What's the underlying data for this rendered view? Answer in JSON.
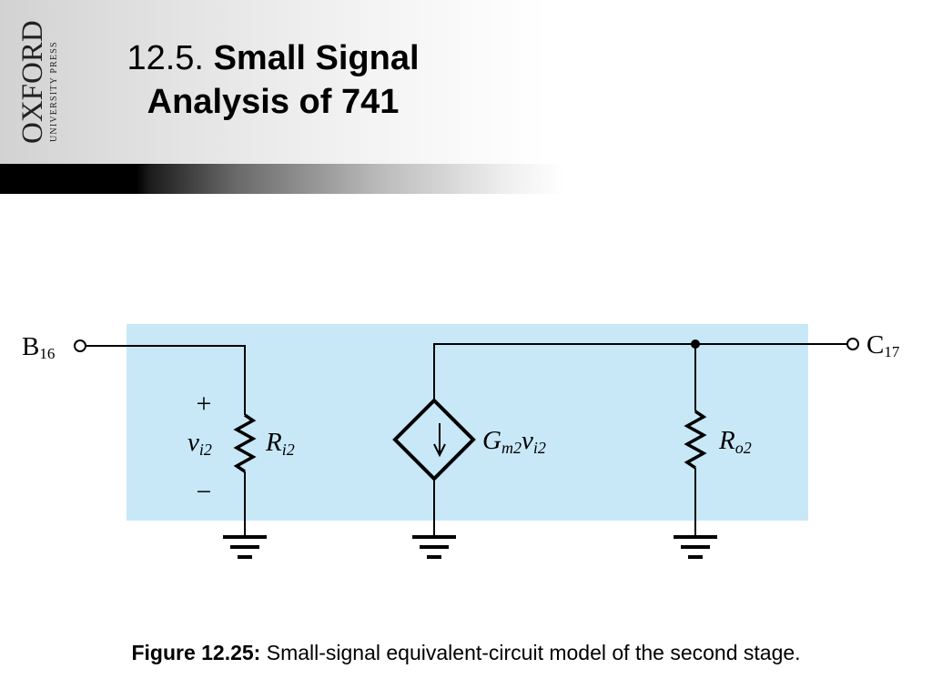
{
  "slide": {
    "logo": {
      "word": "OXFORD",
      "subword": "UNIVERSITY PRESS"
    },
    "title": {
      "number": "12.5.",
      "line1": "Small Signal",
      "line2": "Analysis of 741"
    },
    "caption": {
      "lead": "Figure 12.25:",
      "text": " Small-signal equivalent-circuit model of the second stage."
    }
  },
  "circuit": {
    "input_terminal": {
      "main": "B",
      "sub": "16"
    },
    "output_terminal": {
      "main": "C",
      "sub": "17"
    },
    "input_plus": "+",
    "input_minus": "−",
    "input_voltage": {
      "main": "v",
      "sub": "i2"
    },
    "input_resistor": {
      "main": "R",
      "sub": "i2"
    },
    "controlled_source": {
      "main1": "G",
      "sub1": "m2",
      "main2": "v",
      "sub2": "i2"
    },
    "output_resistor": {
      "main": "R",
      "sub": "o2"
    }
  },
  "colors": {
    "circuit_background": "#c8e8f8",
    "wire": "#000000",
    "text": "#000000"
  },
  "icons": [
    "oxford-logo",
    "resistor-icon",
    "dependent-current-source-icon",
    "ground-icon",
    "terminal-icon"
  ]
}
